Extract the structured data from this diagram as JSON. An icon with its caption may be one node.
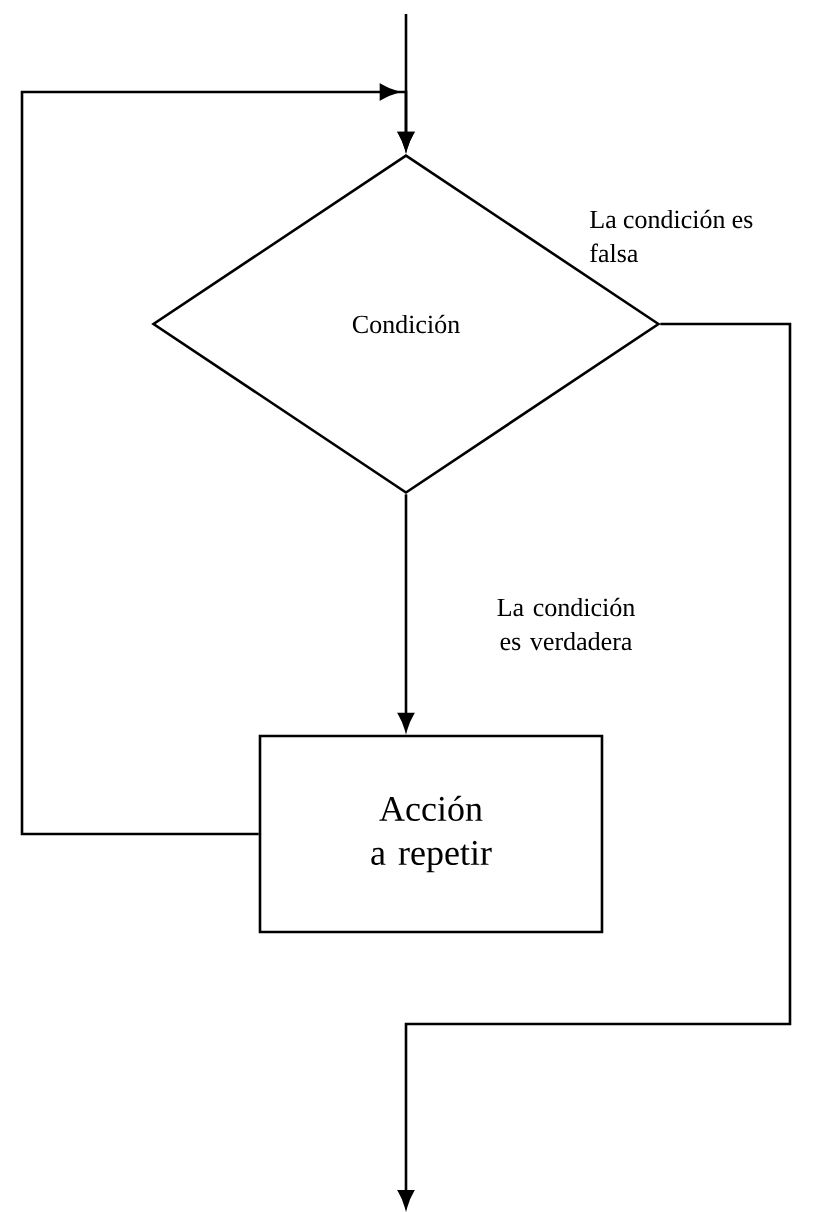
{
  "diagram": {
    "nodes": [
      {
        "text": [
          "Condición"
        ]
      },
      {
        "text": [
          "Acción a repetir"
        ]
      }
    ],
    "edges": [
      {
        "from": null,
        "to": 0,
        "arrow": "to"
      },
      {
        "from": 0,
        "to": 1,
        "arrow": "to",
        "label": "La condición es verdadera"
      },
      {
        "from": 1,
        "to": 0,
        "arrow": "to"
      },
      {
        "from": 0,
        "to": null,
        "arrow": "to",
        "label": "La condición es falsa"
      }
    ]
  }
}
